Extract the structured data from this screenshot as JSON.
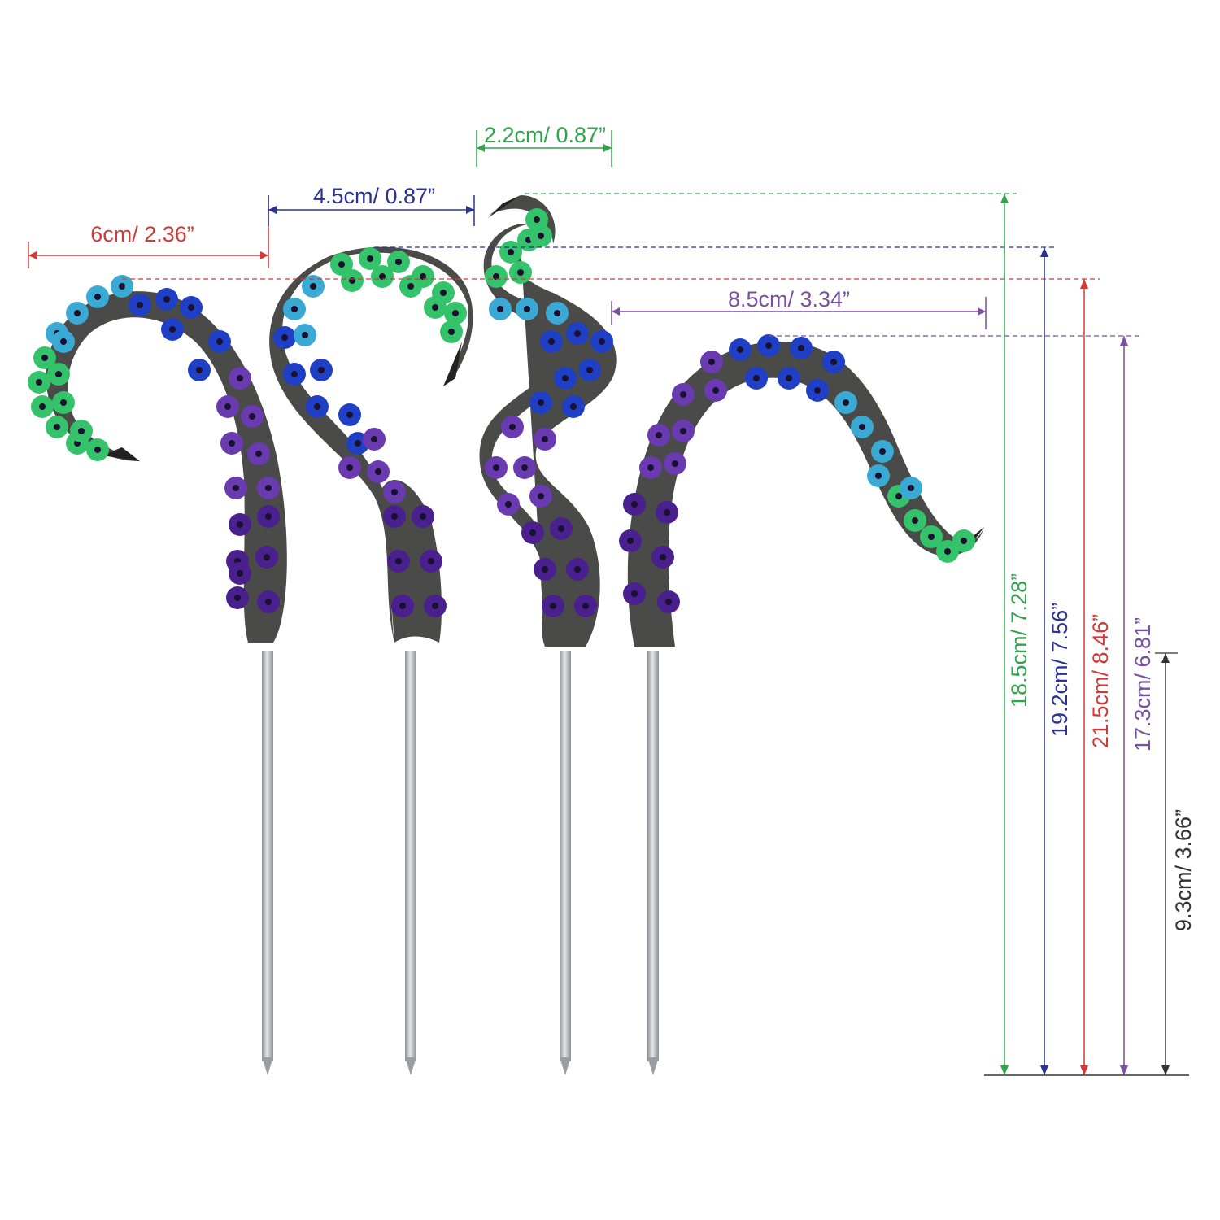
{
  "colors": {
    "red": "#d23a3a",
    "navy": "#2a3296",
    "green": "#31a34d",
    "purple": "#7a4fa0",
    "gray": "#333333",
    "stem": "#4a4a48",
    "bead_green": "#34c36a",
    "bead_teal": "#3aaad4",
    "bead_blue": "#1f3fc4",
    "bead_purple": "#6a3ab0",
    "bead_dark_purple": "#4a1f8e",
    "steel": "#b8bcbf"
  },
  "dimensions": {
    "w1": "6cm/ 2.36”",
    "w2": "4.5cm/ 0.87”",
    "w3": "2.2cm/ 0.87”",
    "w4": "8.5cm/ 3.34”",
    "h1": "18.5cm/ 7.28”",
    "h2": "19.2cm/ 7.56”",
    "h3": "21.5cm/ 8.46”",
    "h4": "17.3cm/ 6.81”",
    "h5": "9.3cm/ 3.66”"
  }
}
